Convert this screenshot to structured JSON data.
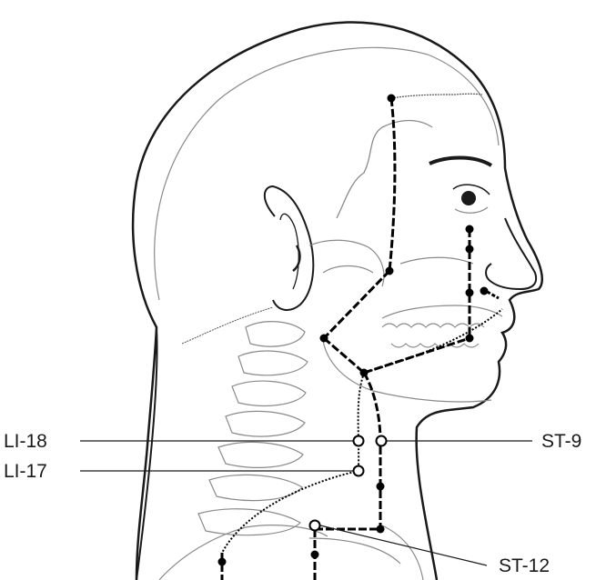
{
  "labels": {
    "li18": "LI-18",
    "li17": "LI-17",
    "st9": "ST-9",
    "st12": "ST-12"
  },
  "colors": {
    "outline": "#1a1a1a",
    "anatomy": "#8a8a8a",
    "meridian": "#000000",
    "point_fill_open": "#ffffff"
  }
}
